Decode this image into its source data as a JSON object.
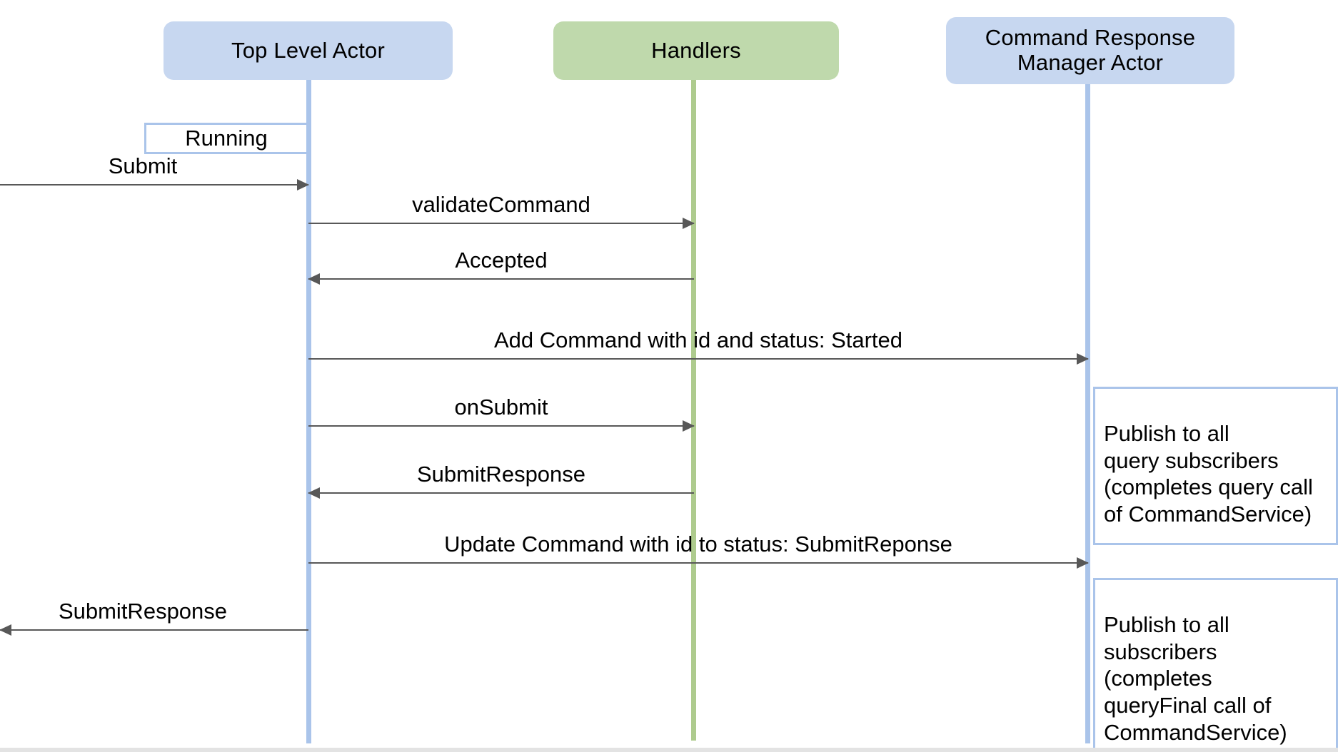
{
  "diagram": {
    "title": "Command submission sequence",
    "type": "sequence-diagram",
    "colors": {
      "actor_blue_fill": "#c7d7f0",
      "actor_green_fill": "#bfd9ac",
      "lifeline_blue": "#aac4ea",
      "lifeline_green": "#aecb8e",
      "arrow": "#585858",
      "note_border": "#aac4ea",
      "note_fill": "#ffffff",
      "background": "#ffffff"
    }
  },
  "participants": [
    {
      "id": "top-level-actor",
      "label": "Top Level Actor",
      "style": "blue"
    },
    {
      "id": "handlers",
      "label": "Handlers",
      "style": "green"
    },
    {
      "id": "command-response-manager-actor",
      "label": "Command Response\nManager Actor",
      "style": "blue"
    }
  ],
  "states": [
    {
      "id": "running",
      "label": "Running",
      "on": "top-level-actor"
    }
  ],
  "messages": [
    {
      "id": "m1",
      "label": "Submit",
      "from": "external-left",
      "to": "top-level-actor",
      "direction": "right"
    },
    {
      "id": "m2",
      "label": "validateCommand",
      "from": "top-level-actor",
      "to": "handlers",
      "direction": "right"
    },
    {
      "id": "m3",
      "label": "Accepted",
      "from": "handlers",
      "to": "top-level-actor",
      "direction": "left"
    },
    {
      "id": "m4",
      "label": "Add Command with id and status: Started",
      "from": "top-level-actor",
      "to": "command-response-manager-actor",
      "direction": "right"
    },
    {
      "id": "m5",
      "label": "onSubmit",
      "from": "top-level-actor",
      "to": "handlers",
      "direction": "right"
    },
    {
      "id": "m6",
      "label": "SubmitResponse",
      "from": "handlers",
      "to": "top-level-actor",
      "direction": "left"
    },
    {
      "id": "m7",
      "label": "Update Command with id to status: SubmitReponse",
      "from": "top-level-actor",
      "to": "command-response-manager-actor",
      "direction": "right"
    },
    {
      "id": "m8",
      "label": "SubmitResponse",
      "from": "top-level-actor",
      "to": "external-left",
      "direction": "left"
    }
  ],
  "notes": [
    {
      "id": "note-query-subscribers",
      "text": "Publish to all\nquery subscribers\n(completes query call\nof CommandService)",
      "on": "command-response-manager-actor"
    },
    {
      "id": "note-final-subscribers",
      "text": "Publish to all\nsubscribers\n(completes\nqueryFinal call of\nCommandService)",
      "on": "command-response-manager-actor"
    }
  ]
}
